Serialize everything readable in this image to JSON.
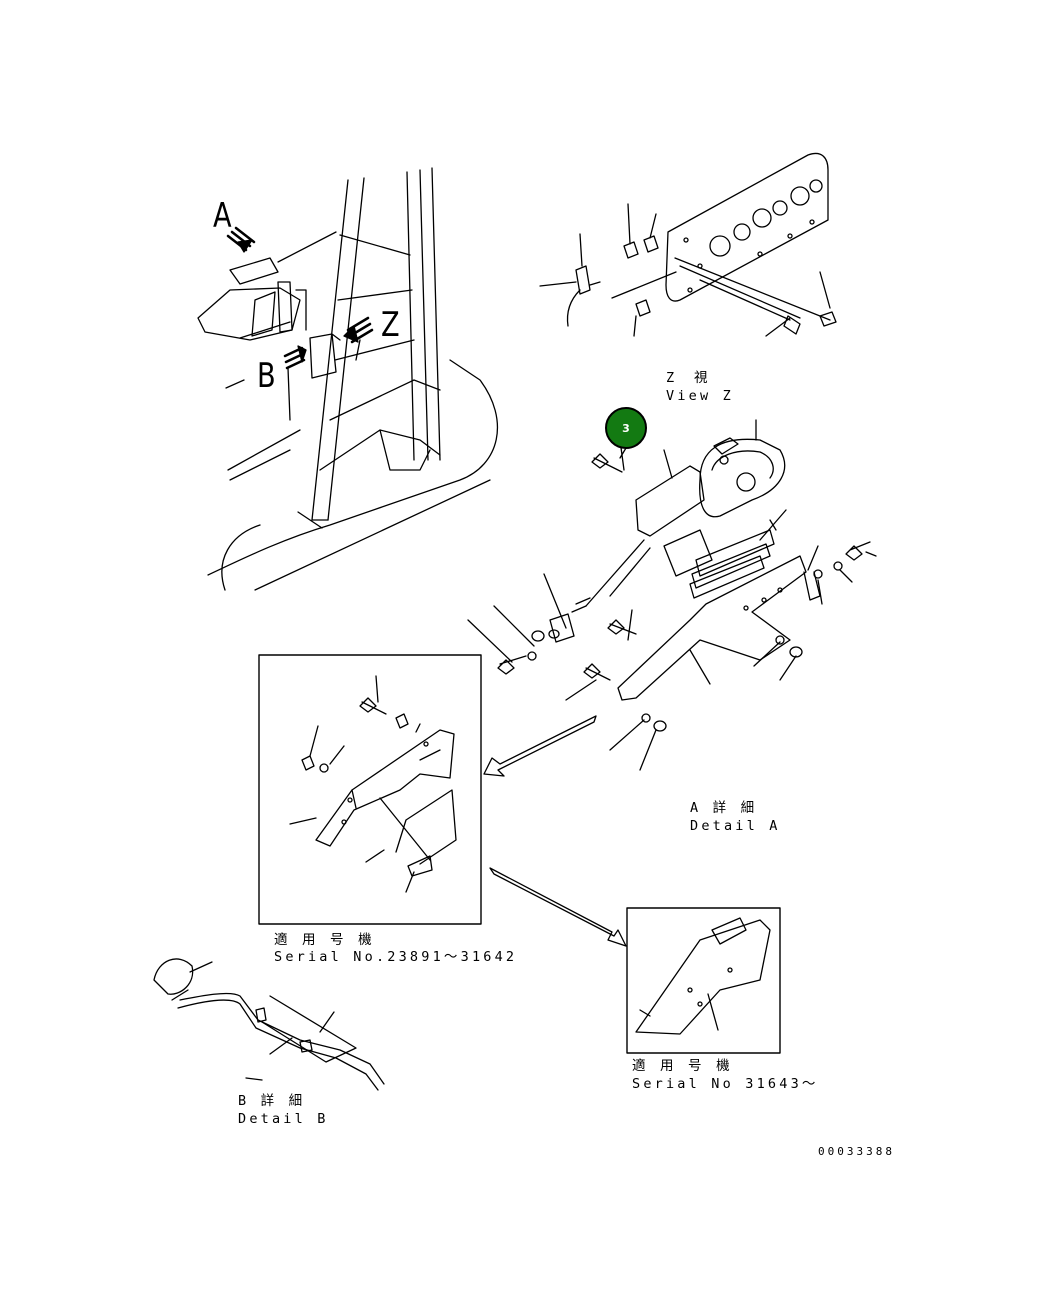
{
  "labels": {
    "view_a": "A",
    "view_b": "B",
    "view_z": "Z"
  },
  "captions": {
    "view_z_jp": "Z　視",
    "view_z_en": "View Z",
    "detail_a_jp": "A 詳 細",
    "detail_a_en": "Detail A",
    "serial1_jp": "適 用 号 機",
    "serial1_en": "Serial No.23891～31642",
    "serial2_jp": "適 用 号 機",
    "serial2_en": "Serial No 31643～",
    "detail_b_jp": "B 詳 細",
    "detail_b_en": "Detail B"
  },
  "callout": {
    "number": "3",
    "color": "#137a12"
  },
  "document_id": "00033388"
}
